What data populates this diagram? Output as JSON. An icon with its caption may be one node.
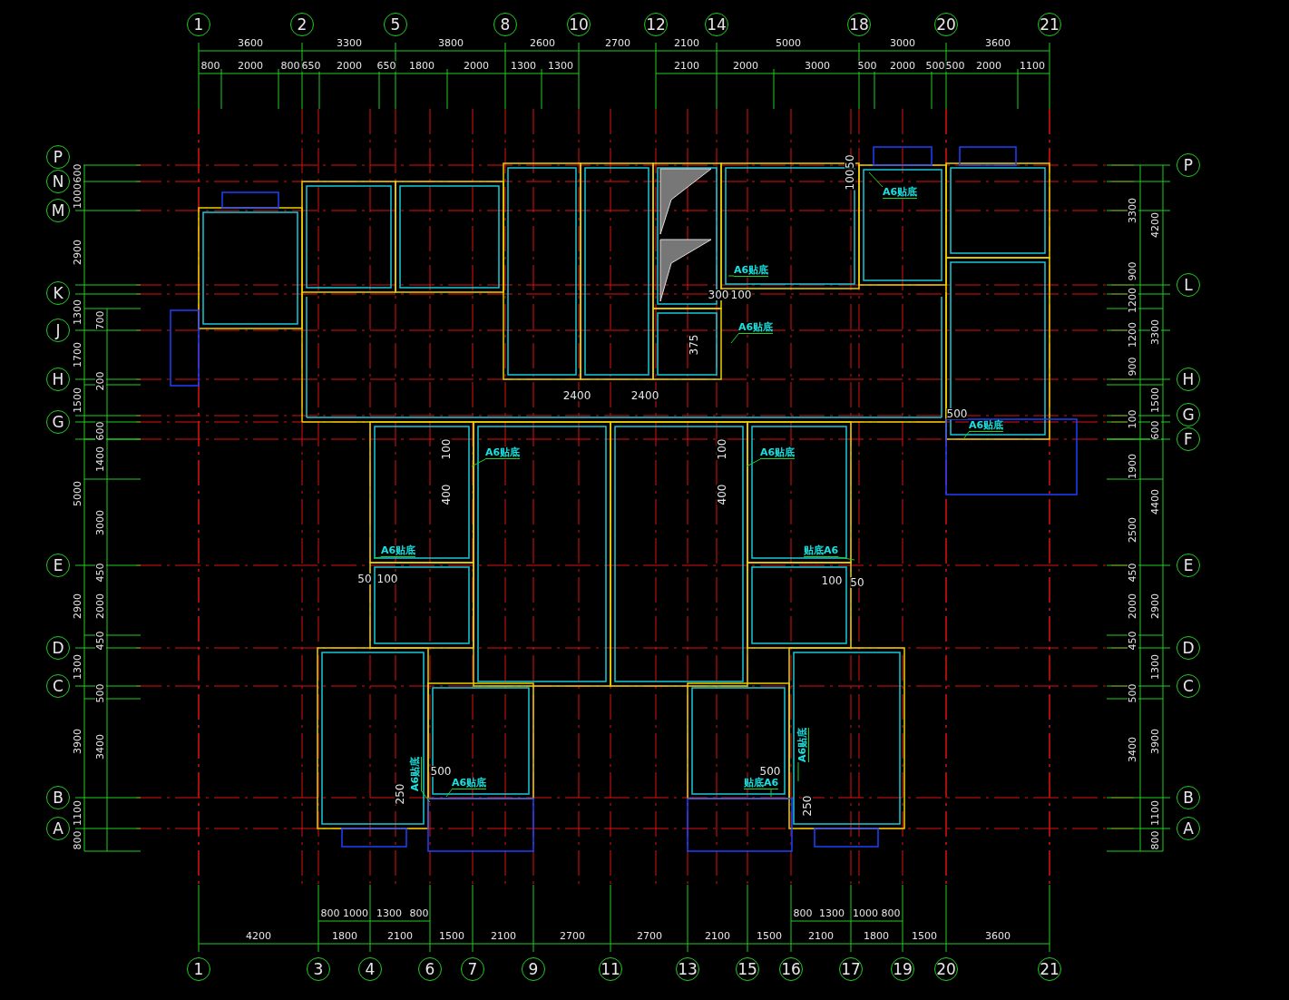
{
  "diagram": {
    "nodes": [
      {
        "text": [
          "1"
        ]
      },
      {
        "text": [
          "2"
        ]
      },
      {
        "text": [
          "5"
        ]
      },
      {
        "text": [
          "8"
        ]
      },
      {
        "text": [
          "10"
        ]
      },
      {
        "text": [
          "12"
        ]
      },
      {
        "text": [
          "14"
        ]
      },
      {
        "text": [
          "18"
        ]
      },
      {
        "text": [
          "20"
        ]
      },
      {
        "text": [
          "21"
        ]
      },
      {
        "text": [
          "P"
        ]
      },
      {
        "text": [
          "N"
        ]
      },
      {
        "text": [
          "M"
        ]
      },
      {
        "text": [
          "K"
        ]
      },
      {
        "text": [
          "J"
        ]
      },
      {
        "text": [
          "H"
        ]
      },
      {
        "text": [
          "G"
        ]
      },
      {
        "text": [
          "E"
        ]
      },
      {
        "text": [
          "D"
        ]
      },
      {
        "text": [
          "C"
        ]
      },
      {
        "text": [
          "B"
        ]
      },
      {
        "text": [
          "A"
        ]
      },
      {
        "text": [
          "P"
        ]
      },
      {
        "text": [
          "L"
        ]
      },
      {
        "text": [
          "H"
        ]
      },
      {
        "text": [
          "G"
        ]
      },
      {
        "text": [
          "F"
        ]
      },
      {
        "text": [
          "E"
        ]
      },
      {
        "text": [
          "D"
        ]
      },
      {
        "text": [
          "C"
        ]
      },
      {
        "text": [
          "B"
        ]
      },
      {
        "text": [
          "A"
        ]
      },
      {
        "text": [
          "1"
        ]
      },
      {
        "text": [
          "3"
        ]
      },
      {
        "text": [
          "4"
        ]
      },
      {
        "text": [
          "6"
        ]
      },
      {
        "text": [
          "7"
        ]
      },
      {
        "text": [
          "9"
        ]
      },
      {
        "text": [
          "11"
        ]
      },
      {
        "text": [
          "13"
        ]
      },
      {
        "text": [
          "15"
        ]
      },
      {
        "text": [
          "16"
        ]
      },
      {
        "text": [
          "17"
        ]
      },
      {
        "text": [
          "19"
        ]
      },
      {
        "text": [
          "20"
        ]
      },
      {
        "text": [
          "21"
        ]
      },
      {
        "text": [
          "A6贴底"
        ]
      },
      {
        "text": [
          "A6贴底"
        ]
      },
      {
        "text": [
          "A6贴底"
        ]
      },
      {
        "text": [
          "A6贴底"
        ]
      },
      {
        "text": [
          "A6贴底"
        ]
      },
      {
        "text": [
          "A6贴底"
        ]
      },
      {
        "text": [
          "A6贴底"
        ]
      },
      {
        "text": [
          "贴底A6"
        ]
      },
      {
        "text": [
          "A6贴底"
        ]
      },
      {
        "text": [
          "A6贴底"
        ]
      },
      {
        "text": [
          "贴底A6"
        ]
      },
      {
        "text": [
          "A6贴底"
        ]
      }
    ],
    "edges": [
      {
        "from": 46,
        "to": null,
        "arrow": "none"
      },
      {
        "from": 47,
        "to": null,
        "arrow": "none"
      },
      {
        "from": 48,
        "to": null,
        "arrow": "none"
      },
      {
        "from": 49,
        "to": null,
        "arrow": "none"
      },
      {
        "from": 50,
        "to": null,
        "arrow": "none"
      },
      {
        "from": 51,
        "to": null,
        "arrow": "none"
      },
      {
        "from": 52,
        "to": null,
        "arrow": "none"
      },
      {
        "from": 53,
        "to": null,
        "arrow": "none"
      },
      {
        "from": 54,
        "to": null,
        "arrow": "none"
      },
      {
        "from": 55,
        "to": null,
        "arrow": "none"
      },
      {
        "from": 56,
        "to": null,
        "arrow": "none"
      },
      {
        "from": 57,
        "to": null,
        "arrow": "none"
      }
    ],
    "labels": [
      "3600",
      "3300",
      "3800",
      "2600",
      "2700",
      "2100",
      "5000",
      "3000",
      "3600",
      "800",
      "2000",
      "800",
      "650",
      "2000",
      "650",
      "1800",
      "2000",
      "1300",
      "1300",
      "2100",
      "2000",
      "3000",
      "500",
      "2000",
      "500",
      "500",
      "2000",
      "1100",
      "600",
      "1000",
      "2900",
      "1300",
      "1700",
      "1500",
      "5000",
      "2900",
      "1300",
      "3900",
      "1100",
      "800",
      "700",
      "200",
      "600",
      "1400",
      "3000",
      "450",
      "2000",
      "450",
      "500",
      "3400",
      "3300",
      "900",
      "1200",
      "1200",
      "900",
      "100",
      "1900",
      "2500",
      "450",
      "2000",
      "450",
      "500",
      "3400",
      "4200",
      "3300",
      "1500",
      "600",
      "4400",
      "2900",
      "1300",
      "3900",
      "1100",
      "800",
      "50",
      "100",
      "300",
      "100",
      "375",
      "2400",
      "2400",
      "500",
      "100",
      "400",
      "100",
      "400",
      "50",
      "100",
      "100",
      "50",
      "500",
      "250",
      "500",
      "250",
      "800",
      "1000",
      "1300",
      "800",
      "800",
      "1300",
      "1000",
      "800",
      "4200",
      "1800",
      "2100",
      "1500",
      "2100",
      "2700",
      "2700",
      "2100",
      "1500",
      "2100",
      "1800",
      "1500",
      "3600"
    ]
  }
}
